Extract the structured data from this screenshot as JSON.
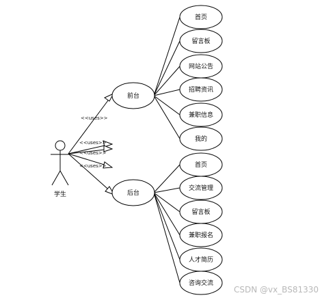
{
  "actor": {
    "label": "学生"
  },
  "stereotype": "<<uses>>",
  "front": {
    "label": "前台",
    "items": [
      "首页",
      "留言板",
      "网站公告",
      "招聘资讯",
      "兼职信息",
      "我的"
    ]
  },
  "back": {
    "label": "后台",
    "items": [
      "首页",
      "交流管理",
      "留言板",
      "兼职报名",
      "人才简历",
      "咨询交流"
    ]
  },
  "watermark": "CSDN @vx_BS81330"
}
